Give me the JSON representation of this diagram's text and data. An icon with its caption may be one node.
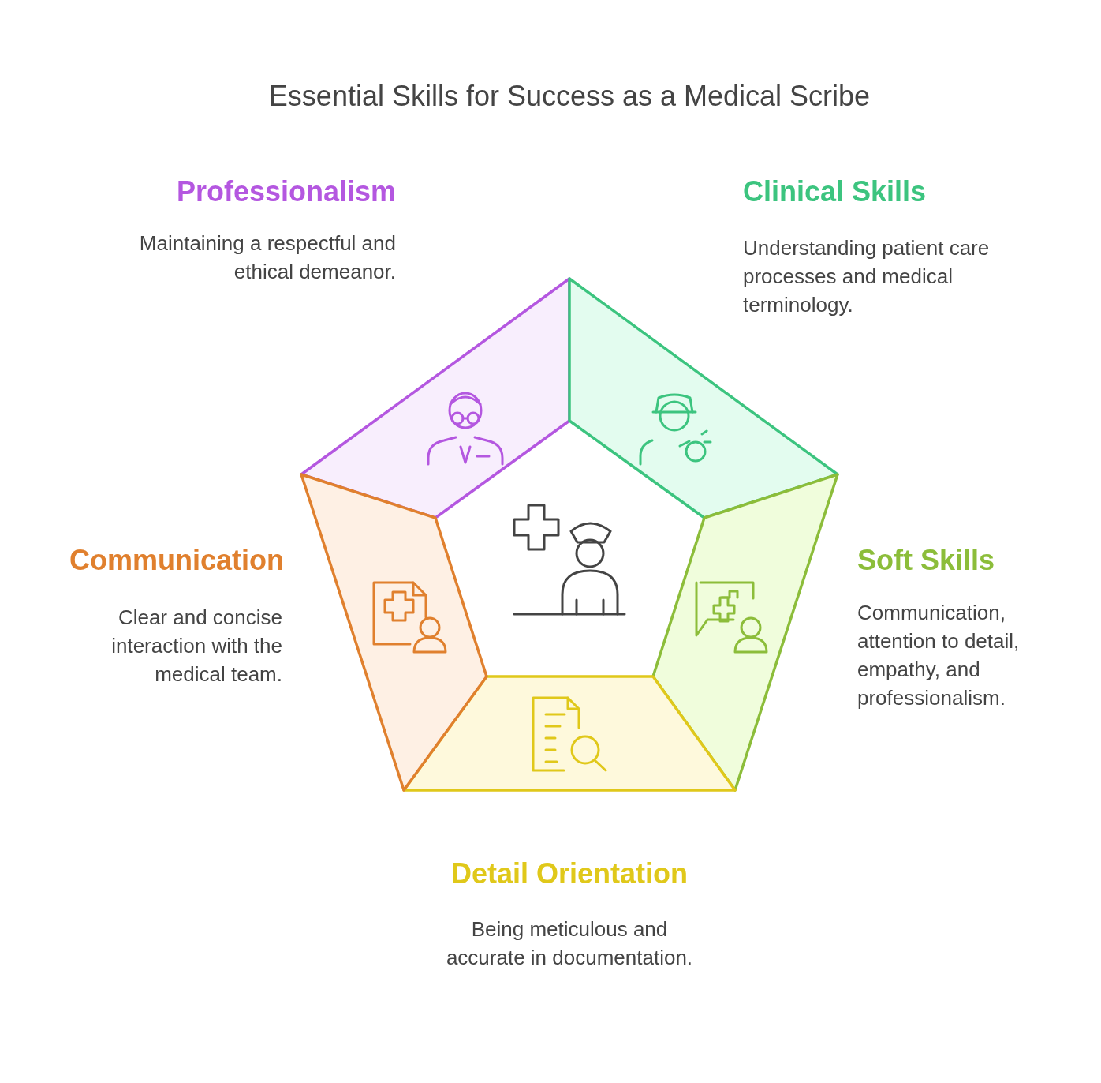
{
  "diagram": {
    "title": "Essential Skills for Success as a Medical Scribe",
    "labels": [
      "Professionalism",
      "Clinical Skills",
      "Maintaining a respectful and ethical demeanor.",
      "Understanding patient care processes and medical terminology.",
      "Communication",
      "Soft Skills",
      "Clear and concise interaction with the medical team.",
      "Communication, attention to detail, empathy, and professionalism.",
      "Detail Orientation",
      "Being meticulous and accurate in documentation."
    ]
  }
}
